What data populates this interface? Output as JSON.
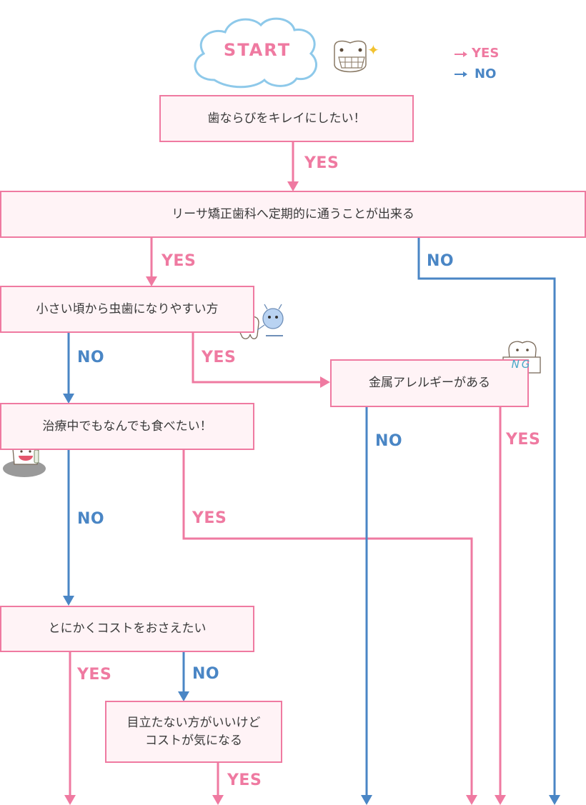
{
  "start": {
    "label": "START"
  },
  "legend": {
    "yes": "YES",
    "no": "NO"
  },
  "nodes": {
    "q1": "歯ならびをキレイにしたい！",
    "q2": "リーサ矯正歯科へ定期的に通うことが出来る",
    "q3": "小さい頃から虫歯になりやすい方",
    "q4": "金属アレルギーがある",
    "q5": "治療中でもなんでも食べたい！",
    "q6": "とにかくコストをおさえたい",
    "q7_line1": "目立たない方がいいけど",
    "q7_line2": "コストが気になる"
  },
  "edge_labels": {
    "yes": "YES",
    "no": "NO"
  },
  "badges": {
    "ng": "NG"
  },
  "colors": {
    "yes": "#ef7aa1",
    "no": "#4a86c5",
    "box_fill": "#fff3f6",
    "cloud": "#8ec9ea"
  }
}
